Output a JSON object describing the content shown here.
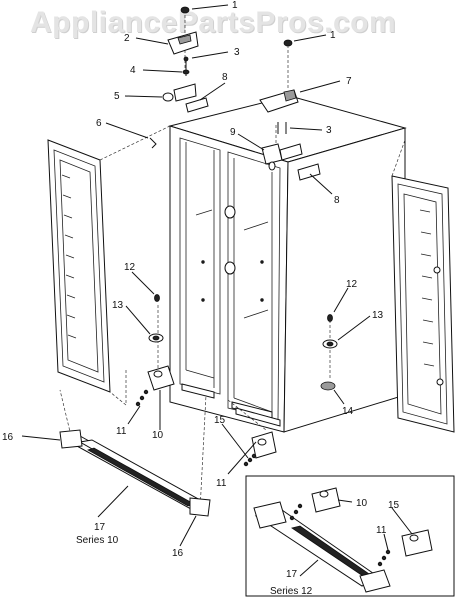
{
  "watermark": "AppliancePartsPros.com",
  "callouts": [
    {
      "id": "c1a",
      "text": "1"
    },
    {
      "id": "c1b",
      "text": "1"
    },
    {
      "id": "c2",
      "text": "2"
    },
    {
      "id": "c3a",
      "text": "3"
    },
    {
      "id": "c3b",
      "text": "3"
    },
    {
      "id": "c4",
      "text": "4"
    },
    {
      "id": "c5",
      "text": "5"
    },
    {
      "id": "c6",
      "text": "6"
    },
    {
      "id": "c7",
      "text": "7"
    },
    {
      "id": "c8a",
      "text": "8"
    },
    {
      "id": "c8b",
      "text": "8"
    },
    {
      "id": "c9",
      "text": "9"
    },
    {
      "id": "c10a",
      "text": "10"
    },
    {
      "id": "c10b",
      "text": "10"
    },
    {
      "id": "c11a",
      "text": "11"
    },
    {
      "id": "c11b",
      "text": "11"
    },
    {
      "id": "c11c",
      "text": "11"
    },
    {
      "id": "c12a",
      "text": "12"
    },
    {
      "id": "c12b",
      "text": "12"
    },
    {
      "id": "c13a",
      "text": "13"
    },
    {
      "id": "c13b",
      "text": "13"
    },
    {
      "id": "c14",
      "text": "14"
    },
    {
      "id": "c15a",
      "text": "15"
    },
    {
      "id": "c15b",
      "text": "15"
    },
    {
      "id": "c16a",
      "text": "16"
    },
    {
      "id": "c16b",
      "text": "16"
    },
    {
      "id": "c17a",
      "text": "17"
    },
    {
      "id": "c17b",
      "text": "17"
    }
  ],
  "series_labels": {
    "series10": "Series 10",
    "series12": "Series 12"
  }
}
